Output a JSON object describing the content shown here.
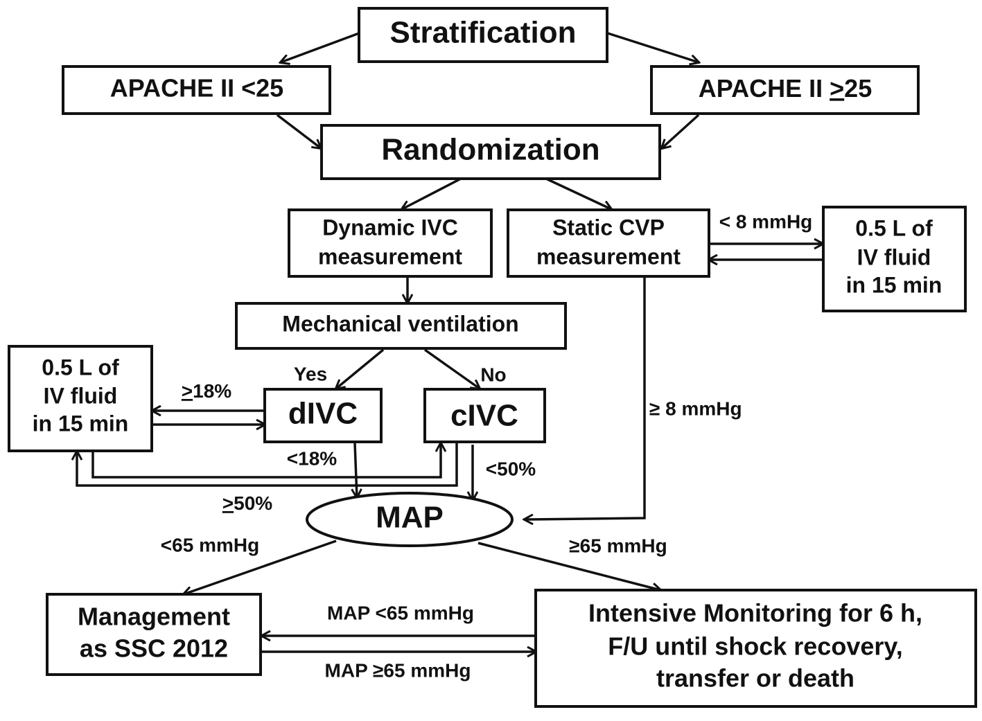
{
  "diagram": {
    "colors": {
      "stroke": "#111111",
      "background": "#ffffff"
    },
    "nodes": {
      "stratification": "Stratification",
      "apache_low": "APACHE II <25",
      "apache_high_prefix": "APACHE II ",
      "apache_high_symbol": ">",
      "apache_high_value": "25",
      "randomization": "Randomization",
      "dynamic_ivc": [
        "Dynamic IVC",
        "measurement"
      ],
      "static_cvp": [
        "Static CVP",
        "measurement"
      ],
      "fluid_right": [
        "0.5 L of",
        "IV fluid",
        "in 15 min"
      ],
      "mech_vent": "Mechanical ventilation",
      "fluid_left": [
        "0.5 L of",
        "IV fluid",
        "in 15 min"
      ],
      "divc": "dIVC",
      "civc": "cIVC",
      "map": "MAP",
      "management": [
        "Management",
        "as SSC 2012"
      ],
      "monitoring": [
        "Intensive Monitoring for 6 h,",
        "F/U until shock recovery,",
        "transfer or death"
      ]
    },
    "edge_labels": {
      "cvp_low": "< 8 mmHg",
      "cvp_high": "≥ 8 mmHg",
      "yes": "Yes",
      "no": "No",
      "divc_high_symbol": ">",
      "divc_high_value": "18%",
      "divc_low": "<18%",
      "civc_high_symbol": ">",
      "civc_high_value": "50%",
      "civc_low": "<50%",
      "map_low": "<65 mmHg",
      "map_high": "≥65 mmHg",
      "back_low": "MAP <65 mmHg",
      "back_high": "MAP ≥65 mmHg"
    }
  }
}
